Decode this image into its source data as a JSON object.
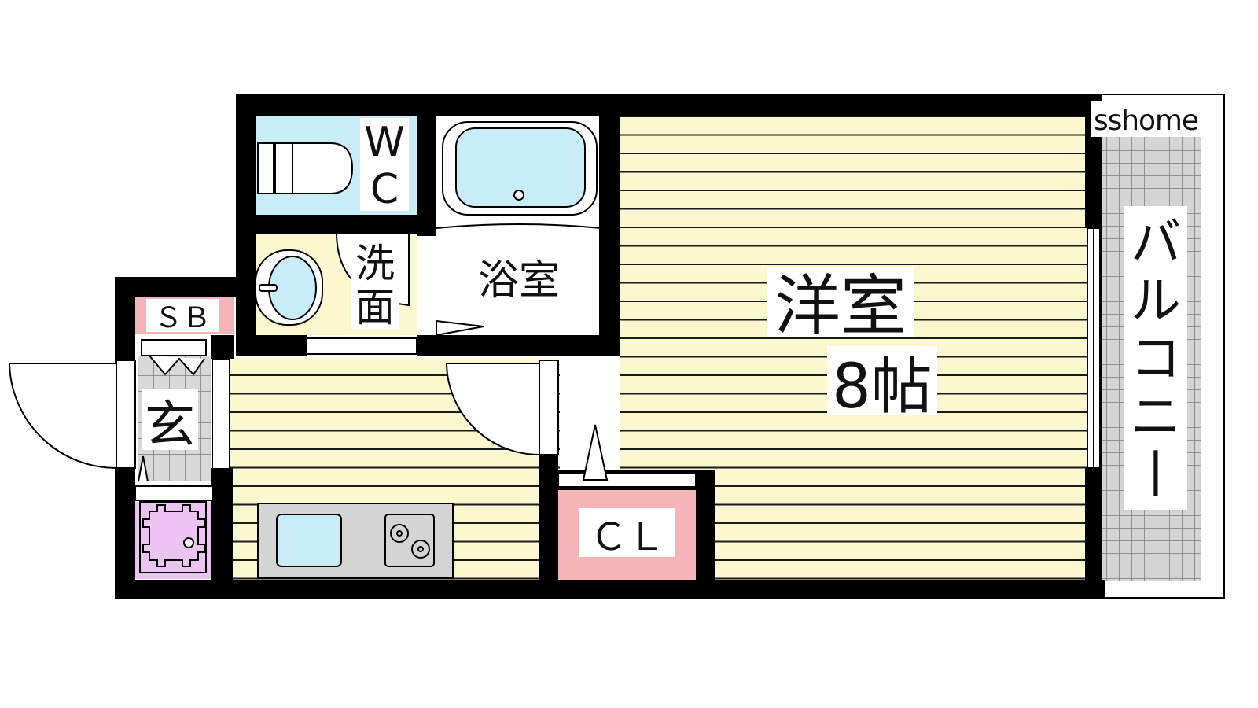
{
  "watermark": "sshome",
  "rooms": {
    "wc": "WC",
    "bath": "浴室",
    "washroom": "洗面",
    "western": "洋室",
    "western_size": "8帖",
    "closet": "ＣＬ",
    "shoe_box": "ＳＢ",
    "entrance": "玄",
    "balcony": "バルコニー"
  },
  "colors": {
    "wall": "#000000",
    "floor_yellow": "#fbf7cf",
    "floor_lines": "#1a1a1a",
    "wet_blue": "#c8ecf8",
    "closet_pink": "#f4b4b8",
    "laundry_violet": "#ecc4f2",
    "entrance_grey": "#d8d8d8",
    "balcony_grey": "#d4d4d4",
    "kitchen_grey": "#d4d4d4"
  }
}
